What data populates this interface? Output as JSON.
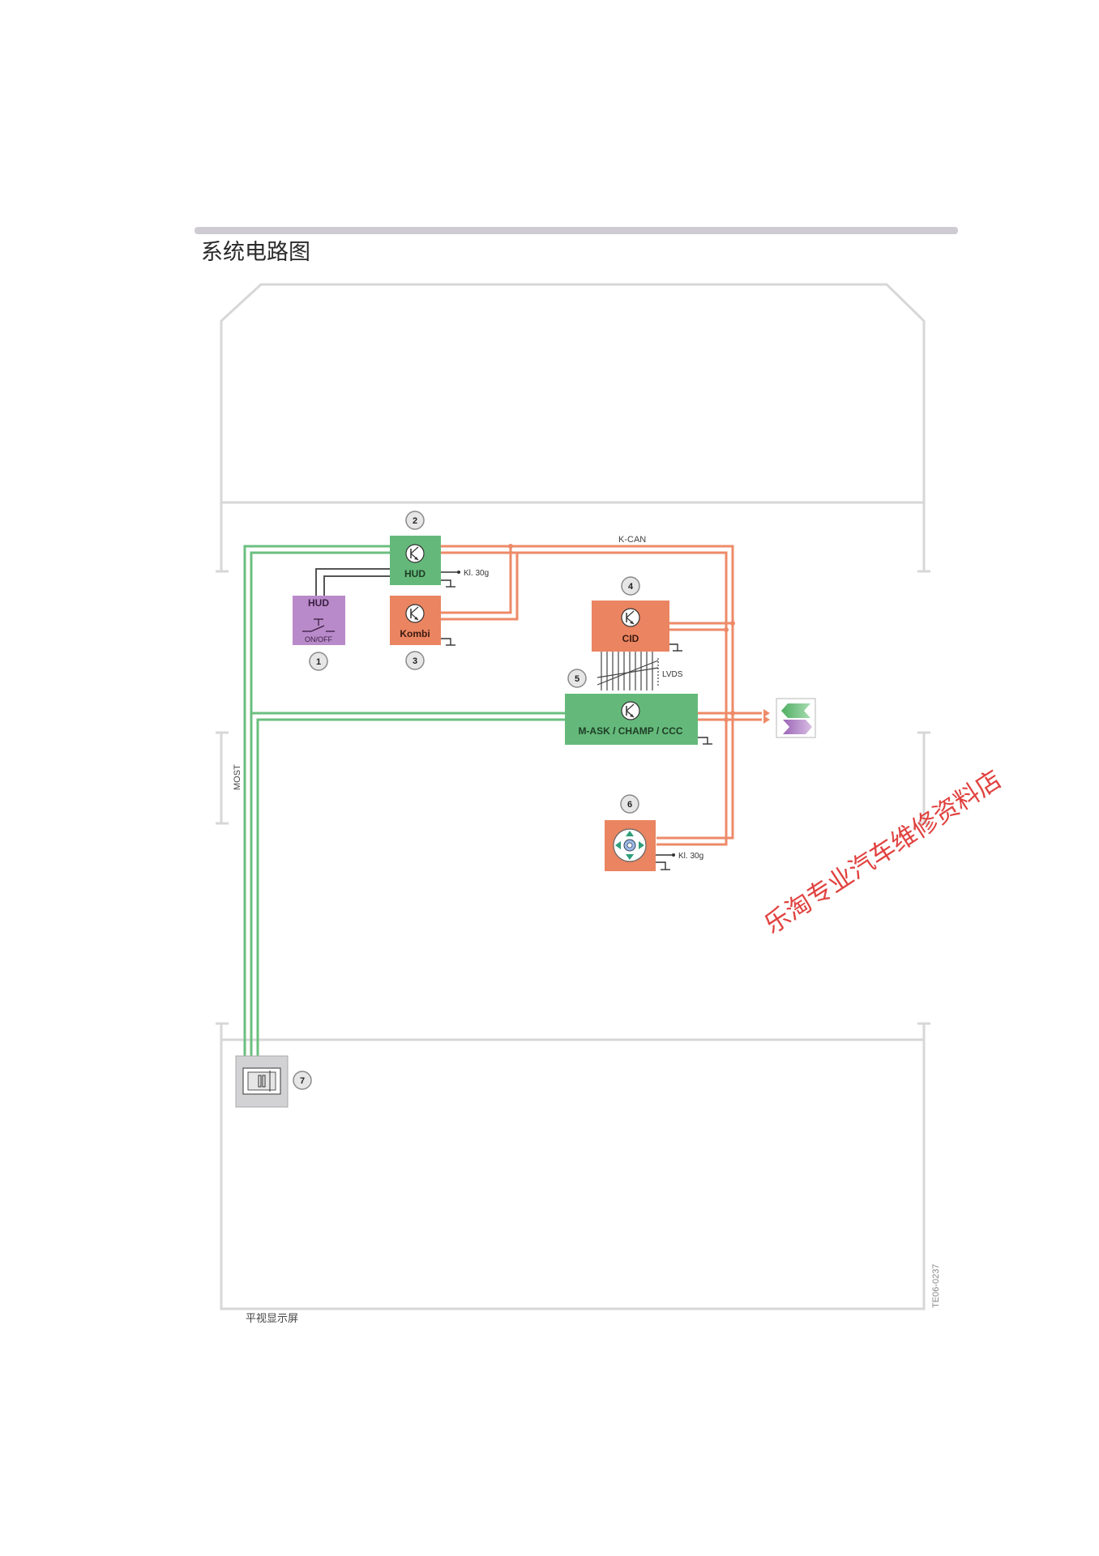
{
  "page": {
    "heading": "系统电路图",
    "caption": "平视显示屏",
    "figure_code": "TE06-0237",
    "watermark": "乐淘专业汽车维修资料店"
  },
  "labels": {
    "bus_kcan": "K-CAN",
    "bus_most": "MOST",
    "lvds": "LVDS",
    "kl30g_hud": "Kl. 30g",
    "kl30g_ctrl": "Kl. 30g"
  },
  "components": {
    "switch": {
      "number": "1",
      "title": "HUD",
      "subtitle": "ON/OFF"
    },
    "hud": {
      "number": "2",
      "label": "HUD"
    },
    "kombi": {
      "number": "3",
      "label": "Kombi"
    },
    "cid": {
      "number": "4",
      "label": "CID"
    },
    "mask": {
      "number": "5",
      "label": "M-ASK / CHAMP / CCC"
    },
    "controller": {
      "number": "6"
    },
    "cdchanger": {
      "number": "7"
    }
  },
  "colors": {
    "most_green": "#6bbf7f",
    "kcan_orange": "#ee8a68",
    "module_green": "#64b97a",
    "module_orange": "#ea8461",
    "switch_purple": "#b98ac9",
    "frame_gray": "#d5d5d5",
    "title_bar": "#cfcbd2",
    "watermark_red": "#e0423f"
  }
}
